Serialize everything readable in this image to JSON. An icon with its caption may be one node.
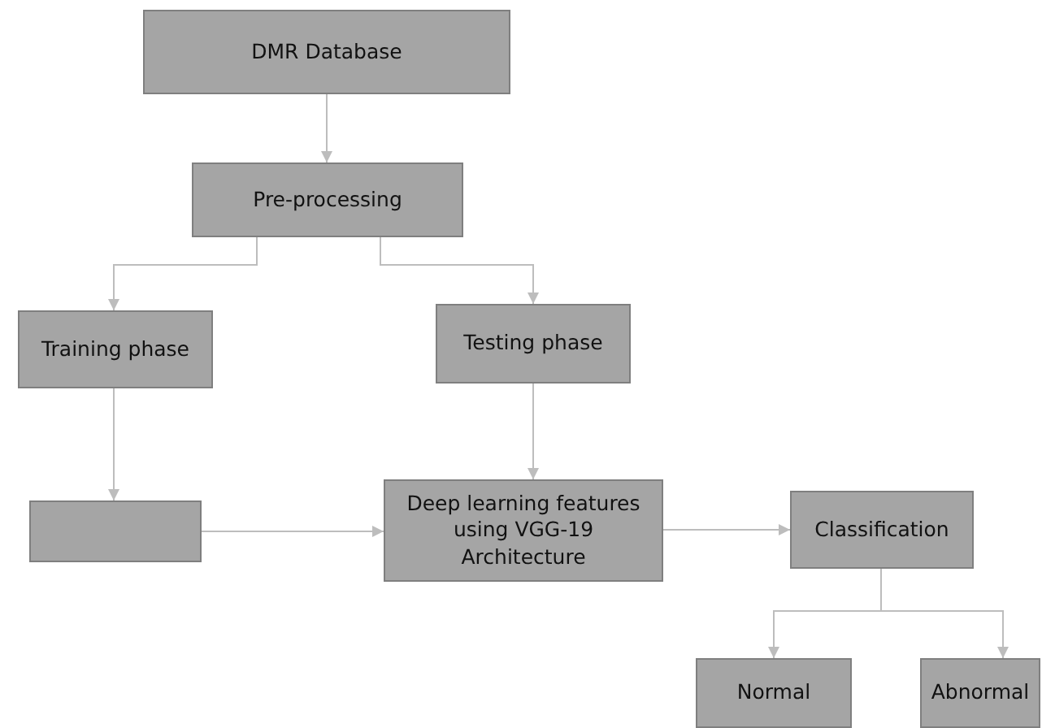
{
  "diagram": {
    "nodes": [
      {
        "text": [
          "DMR Database"
        ]
      },
      {
        "text": [
          "Pre-processing"
        ]
      },
      {
        "text": [
          "Training phase"
        ]
      },
      {
        "text": [
          "Testing phase"
        ]
      },
      {
        "text": [],
        "shape": "box"
      },
      {
        "text": [
          "Deep learning features using VGG-19 Architecture"
        ]
      },
      {
        "text": [
          "Classification"
        ]
      },
      {
        "text": [
          "Normal"
        ]
      },
      {
        "text": [
          "Abnormal"
        ]
      }
    ],
    "edges": [
      {
        "from": 0,
        "to": 1,
        "arrow": "to"
      },
      {
        "from": 1,
        "to": 2,
        "arrow": "to"
      },
      {
        "from": 1,
        "to": 3,
        "arrow": "to"
      },
      {
        "from": 2,
        "to": 4,
        "arrow": "to"
      },
      {
        "from": 3,
        "to": 5,
        "arrow": "to"
      },
      {
        "from": 4,
        "to": 5,
        "arrow": "to"
      },
      {
        "from": 5,
        "to": 6,
        "arrow": "to"
      },
      {
        "from": 6,
        "to": 7,
        "arrow": "to"
      },
      {
        "from": 6,
        "to": 8,
        "arrow": "to"
      }
    ]
  }
}
